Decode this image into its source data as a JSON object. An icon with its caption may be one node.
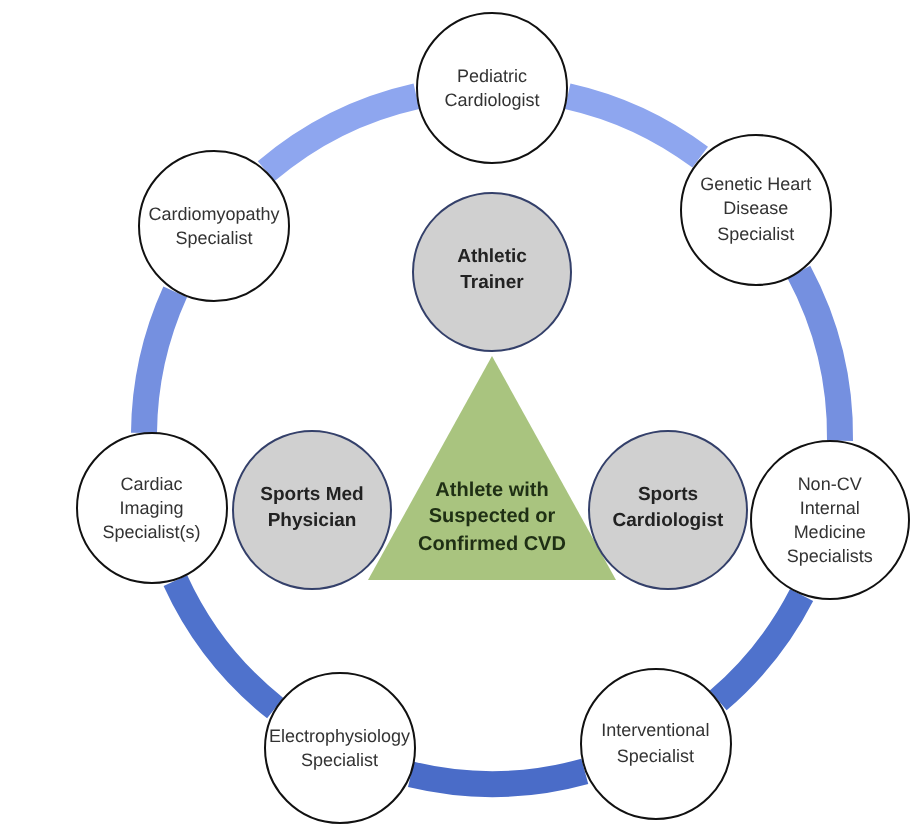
{
  "diagram": {
    "nodes": [
      {
        "text": [
          "Pediatric Cardiologist"
        ]
      },
      {
        "text": [
          "Genetic Heart Disease Specialist"
        ]
      },
      {
        "text": [
          "Cardiomyopathy Specialist"
        ]
      },
      {
        "text": [
          "Athletic Trainer"
        ]
      },
      {
        "text": [
          "Athlete with Suspected or Confirmed CVD"
        ]
      },
      {
        "text": [
          "Sports Med Physician"
        ]
      },
      {
        "text": [
          "Sports Cardiologist"
        ]
      },
      {
        "text": [
          "Cardiac Imaging Specialist(s)"
        ]
      },
      {
        "text": [
          "Non-CV Internal Medicine Specialists"
        ]
      },
      {
        "text": [
          "Electrophysiology Specialist"
        ]
      },
      {
        "text": [
          "Interventional Specialist"
        ]
      }
    ],
    "edges": [
      {
        "from": 0,
        "to": 1,
        "arrow": "none",
        "color": "#8ea6ef"
      },
      {
        "from": 1,
        "to": 8,
        "arrow": "none",
        "color": "#7590e0"
      },
      {
        "from": 8,
        "to": 10,
        "arrow": "none",
        "color": "#4f72cc"
      },
      {
        "from": 10,
        "to": 9,
        "arrow": "none",
        "color": "#4a6cc8"
      },
      {
        "from": 9,
        "to": 7,
        "arrow": "none",
        "color": "#4f72cc"
      },
      {
        "from": 7,
        "to": 2,
        "arrow": "none",
        "color": "#7590e0"
      },
      {
        "from": 2,
        "to": 0,
        "arrow": "none",
        "color": "#8ea6ef"
      }
    ]
  }
}
